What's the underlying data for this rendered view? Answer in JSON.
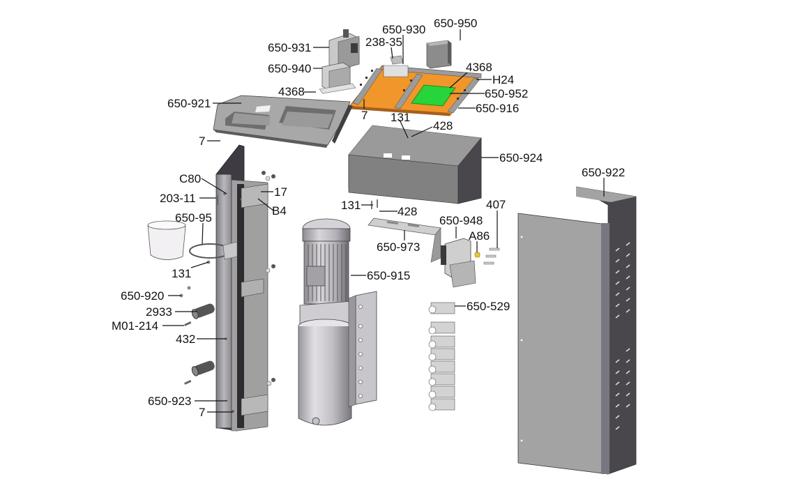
{
  "diagram": {
    "type": "exploded-parts-view",
    "colors": {
      "panel_light": "#a3a3a3",
      "panel_dark": "#4a474c",
      "pcb_orange": "#f0962a",
      "pcb_green": "#27d43a",
      "brass_fitting": "#e6c63a"
    },
    "labels": {
      "p650_950": "650-950",
      "p650_930": "650-930",
      "p650_931": "650-931",
      "p238_35": "238-35",
      "p650_940": "650-940",
      "p4368_top": "4368",
      "pH24": "H24",
      "p4368_left": "4368",
      "p650_952": "650-952",
      "p650_921": "650-921",
      "p650_916": "650-916",
      "p7_pcb": "7",
      "p131_box": "131",
      "p428_box": "428",
      "p7_tray": "7",
      "p650_924": "650-924",
      "pC80": "C80",
      "p650_922": "650-922",
      "p17": "17",
      "p203_11": "203-11",
      "pB4": "B4",
      "p131_mid": "131",
      "p428_mid": "428",
      "p407": "407",
      "p650_95": "650-95",
      "p650_948": "650-948",
      "p650_973": "650-973",
      "pA86": "A86",
      "p131_left": "131",
      "p650_915": "650-915",
      "p650_920": "650-920",
      "p2933": "2933",
      "p650_529": "650-529",
      "pM01_214": "M01-214",
      "p432": "432",
      "p650_923": "650-923",
      "p7_bottom": "7"
    }
  }
}
